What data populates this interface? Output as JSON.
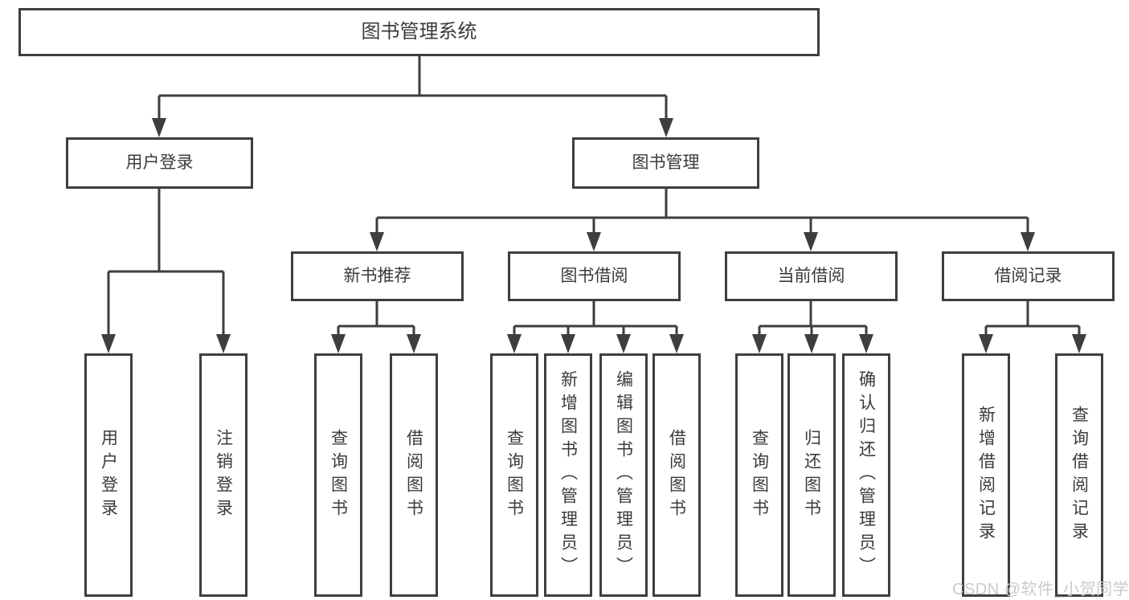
{
  "diagram": {
    "type": "hierarchy-tree",
    "colors": {
      "line": "#3e3e40",
      "text": "#3b3b3d",
      "background": "#ffffff",
      "watermark_text_color": "#c9cbd1"
    },
    "tree": {
      "label": "图书管理系统",
      "children": [
        {
          "label": "用户登录",
          "children": [
            {
              "label": "用户登录"
            },
            {
              "label": "注销登录"
            }
          ]
        },
        {
          "label": "图书管理",
          "children": [
            {
              "label": "新书推荐",
              "children": [
                {
                  "label": "查询图书"
                },
                {
                  "label": "借阅图书"
                }
              ]
            },
            {
              "label": "图书借阅",
              "children": [
                {
                  "label": "查询图书"
                },
                {
                  "label": "新增图书（管理员）"
                },
                {
                  "label": "编辑图书（管理员）"
                },
                {
                  "label": "借阅图书"
                }
              ]
            },
            {
              "label": "当前借阅",
              "children": [
                {
                  "label": "查询图书"
                },
                {
                  "label": "归还图书"
                },
                {
                  "label": "确认归还（管理员）"
                }
              ]
            },
            {
              "label": "借阅记录",
              "children": [
                {
                  "label": "新增借阅记录"
                },
                {
                  "label": "查询借阅记录"
                }
              ]
            }
          ]
        }
      ]
    },
    "watermark": {
      "text": "CSDN @软件_小贺同学"
    }
  }
}
